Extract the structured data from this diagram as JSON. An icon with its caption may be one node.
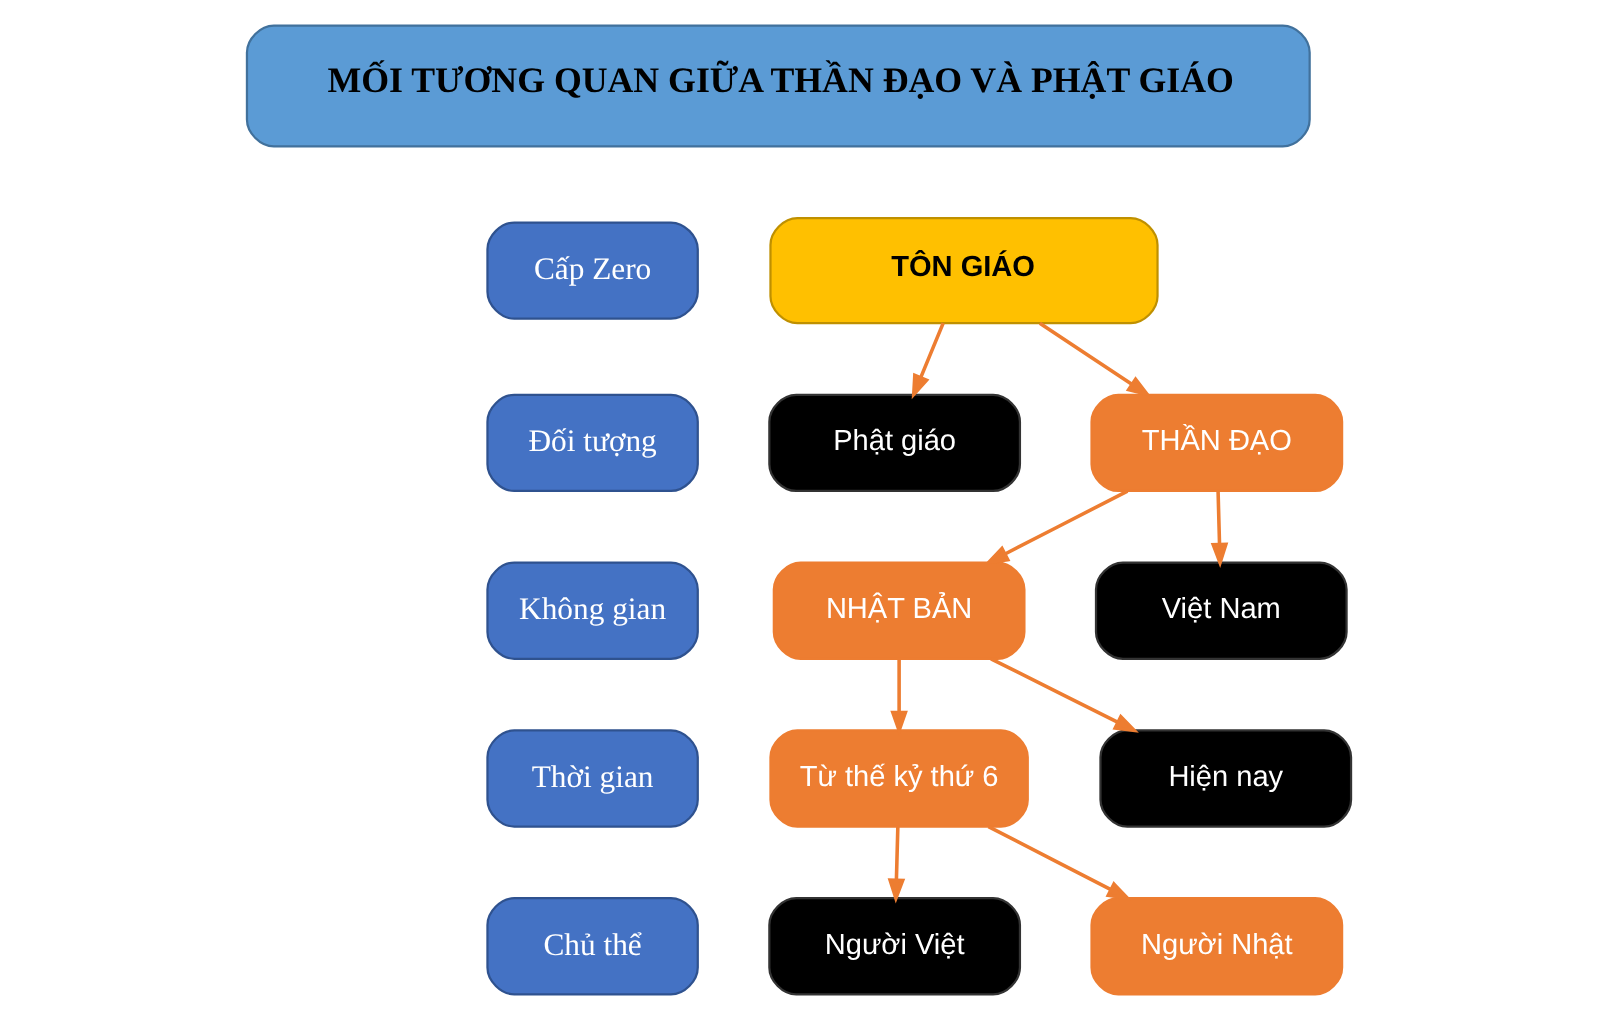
{
  "diagram": {
    "nodes": [
      {
        "text": [
          "MỐI TƯƠNG QUAN GIỮA THẦN ĐẠO VÀ PHẬT GIÁO"
        ]
      },
      {
        "text": [
          "Cấp Zero"
        ]
      },
      {
        "text": [
          "TÔN GIÁO"
        ]
      },
      {
        "text": [
          "Đối tượng"
        ]
      },
      {
        "text": [
          "Phật giáo"
        ]
      },
      {
        "text": [
          "THẦN ĐẠO"
        ]
      },
      {
        "text": [
          "Không gian"
        ]
      },
      {
        "text": [
          "NHẬT BẢN"
        ]
      },
      {
        "text": [
          "Việt Nam"
        ]
      },
      {
        "text": [
          "Thời gian"
        ]
      },
      {
        "text": [
          "Từ thế kỷ thứ 6"
        ]
      },
      {
        "text": [
          "Hiện nay"
        ]
      },
      {
        "text": [
          "Chủ thể"
        ]
      },
      {
        "text": [
          "Người Việt"
        ]
      },
      {
        "text": [
          "Người Nhật"
        ]
      }
    ],
    "edges": [
      {
        "from": 2,
        "to": 4,
        "arrow": "to"
      },
      {
        "from": 2,
        "to": 5,
        "arrow": "to"
      },
      {
        "from": 5,
        "to": 7,
        "arrow": "to"
      },
      {
        "from": 5,
        "to": 8,
        "arrow": "to"
      },
      {
        "from": 7,
        "to": 10,
        "arrow": "to"
      },
      {
        "from": 7,
        "to": 11,
        "arrow": "to"
      },
      {
        "from": 10,
        "to": 13,
        "arrow": "to"
      },
      {
        "from": 10,
        "to": 14,
        "arrow": "to"
      }
    ]
  }
}
